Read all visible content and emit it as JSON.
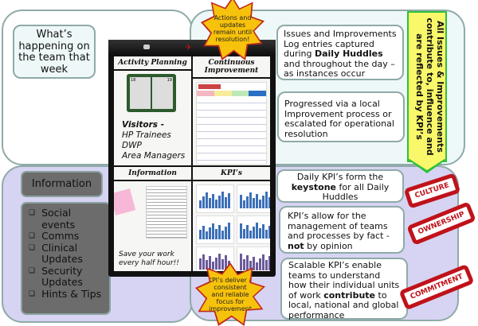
{
  "top_left": {
    "note": "What’s happening on the team that week"
  },
  "top_right": {
    "note1_pre": "Issues and Improvements Log entries captured during ",
    "note1_bold": "Daily Huddles",
    "note1_post": " and throughout the day – as instances occur",
    "note2": "Progressed via a local Improvement process or escalated for operational resolution",
    "banner": "All Issues & Improvements contribute to, influence and are reflected by KPI’s"
  },
  "bottom_left": {
    "title": "Information",
    "items": [
      "Social events",
      "Comms",
      "Clinical Updates",
      "Security Updates",
      "Hints & Tips"
    ]
  },
  "bottom_right": {
    "note1_pre": "Daily KPI’s form the ",
    "note1_bold": "keystone",
    "note1_post": " for all Daily Huddles",
    "note2_pre": "KPI’s allow for the management of teams and processes by fact - ",
    "note2_bold": "not",
    "note2_post": " by opinion",
    "note3_pre": "Scalable KPI’s enable teams to understand how their individual units of work ",
    "note3_bold": "contribute",
    "note3_post": " to local, national and global performance"
  },
  "stamps": [
    "CULTURE",
    "OWNERSHIP",
    "COMMITMENT"
  ],
  "stars": {
    "top": "Actions and updates remain until resolution!",
    "bottom": "KPI’s deliver a consistent and reliable focus for improvement"
  },
  "board": {
    "activity_planning": "Activity Planning",
    "continuous_improvement": "Continuous Improvement",
    "information": "Information",
    "kpis": "KPI’s",
    "visitors_title": "Visitors -",
    "visitors": [
      "HP Trainees",
      "DWP",
      "Area Managers"
    ],
    "save_note": "Save your work every half hour!!",
    "calendar_days": [
      "18",
      "19"
    ]
  },
  "colors": {
    "stamp": "#c0121a",
    "star": "#f7c20b",
    "banner": "#f8f86a",
    "lavender": "#d6d4f2"
  }
}
